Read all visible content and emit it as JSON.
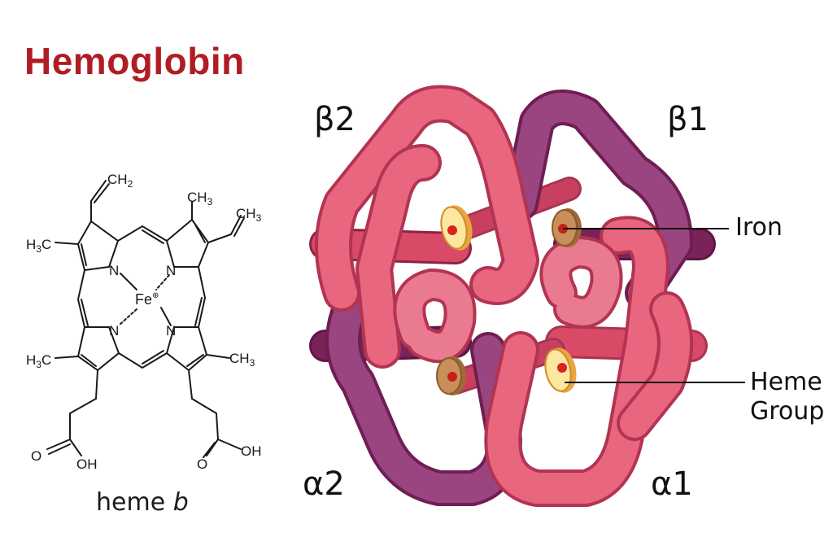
{
  "title": "Hemoglobin",
  "molecule": {
    "caption_name": "heme",
    "caption_variant": "b",
    "atoms": {
      "iron": "Fe",
      "iron_charge": "+",
      "nitrogen": "N",
      "vinyl_top": "CH2",
      "vinyl_right": "CH3",
      "methyl_top_right": "CH3",
      "methyl_left_top": "H3C",
      "methyl_left_bottom": "H3C",
      "methyl_right_bottom": "CH3",
      "carboxyl_o": "O",
      "carboxyl_oh": "OH"
    }
  },
  "protein": {
    "subunits": [
      {
        "id": "beta2",
        "label": "β2",
        "color": "#e05a74"
      },
      {
        "id": "beta1",
        "label": "β1",
        "color": "#8e3a72"
      },
      {
        "id": "alpha2",
        "label": "α2",
        "color": "#8e3a72"
      },
      {
        "id": "alpha1",
        "label": "α1",
        "color": "#e05a74"
      }
    ],
    "annotations": {
      "iron": "Iron",
      "heme_line1": "Heme",
      "heme_line2": "Group"
    },
    "colors": {
      "pink": "#e05a74",
      "pink_light": "#ea7a90",
      "pink_dark": "#c23a58",
      "purple": "#8e3a72",
      "purple_dark": "#6e1e52",
      "heme_light": "#fbe7a0",
      "heme_brown": "#c98f5a",
      "iron_dot": "#d8231f"
    }
  }
}
